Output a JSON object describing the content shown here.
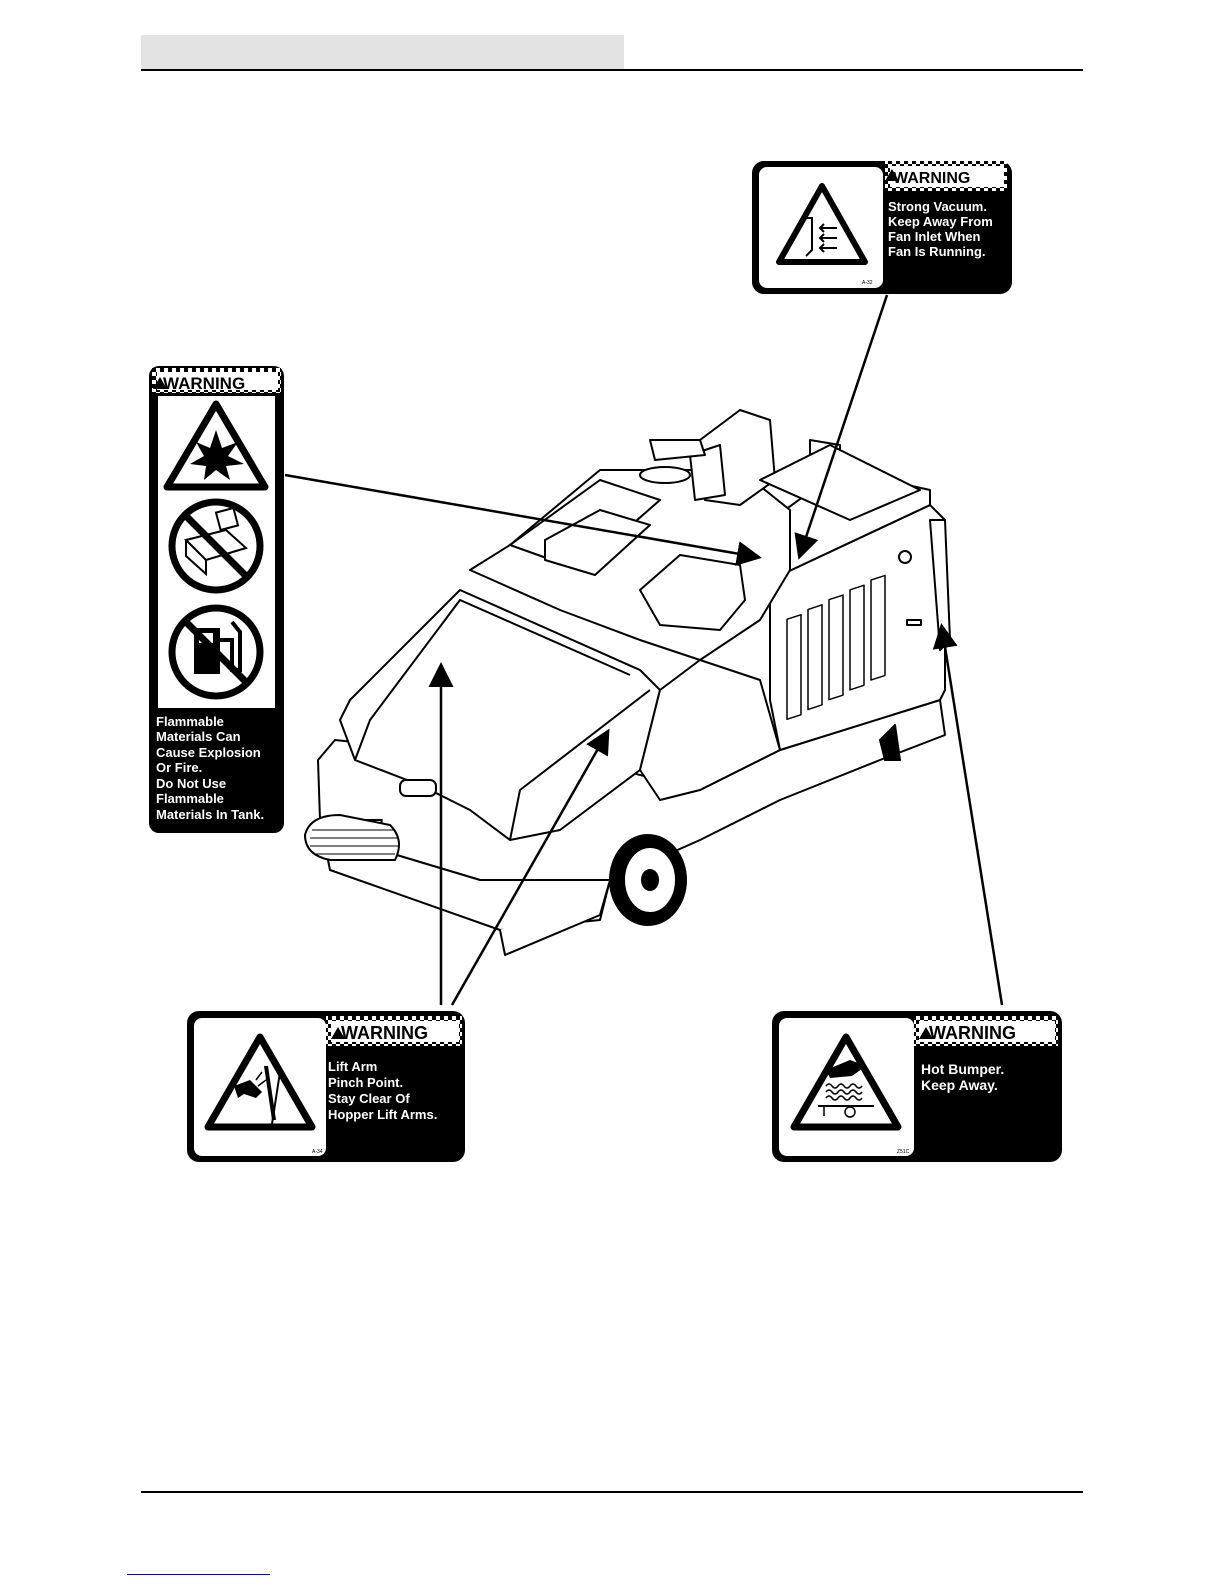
{
  "header": {
    "tab_text": ""
  },
  "labels": {
    "vacuum": {
      "heading": "WARNING",
      "lines": [
        "Strong Vacuum.",
        "Keep Away From",
        "Fan Inlet When",
        "Fan Is Running."
      ],
      "code": "A-32",
      "icon": "vacuum-fan-icon"
    },
    "flammable": {
      "heading": "WARNING",
      "lines": [
        "Flammable",
        "Materials Can",
        "Cause Explosion",
        "Or Fire.",
        "Do Not Use",
        "Flammable",
        "Materials In Tank."
      ],
      "icons": [
        "explosion-icon",
        "no-flammable-icon",
        "no-fuel-icon"
      ]
    },
    "liftarm": {
      "heading": "WARNING",
      "lines": [
        "Lift Arm",
        "Pinch Point.",
        "Stay Clear Of",
        "Hopper Lift Arms."
      ],
      "code": "A-34",
      "icon": "pinch-point-icon"
    },
    "bumper": {
      "heading": "WARNING",
      "lines": [
        "Hot Bumper.",
        "Keep Away."
      ],
      "code": "Z51C",
      "icon": "hot-surface-icon"
    }
  },
  "machine": {
    "icon": "floor-sweeper-icon"
  }
}
